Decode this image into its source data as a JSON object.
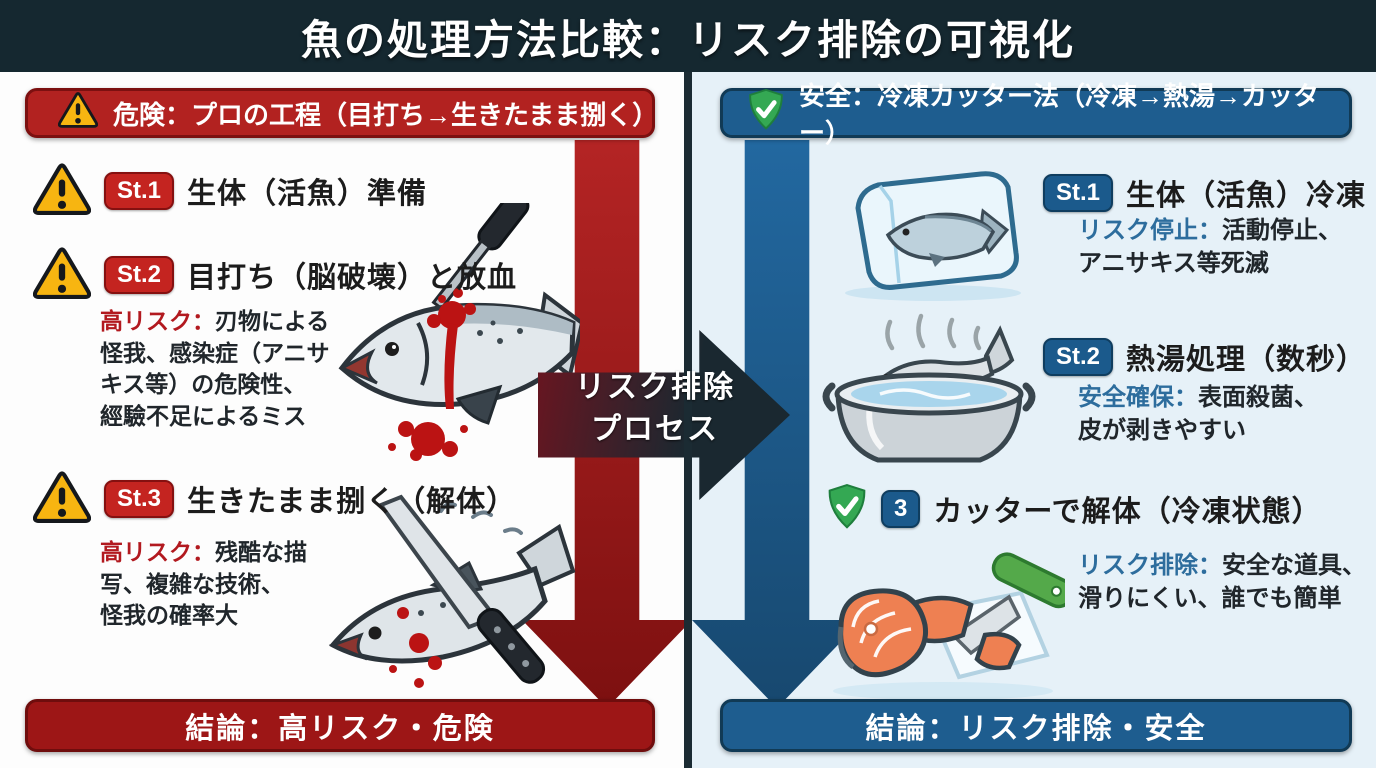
{
  "title": "魚の処理方法比較：リスク排除の可視化",
  "center_arrow": {
    "line1": "リスク排除",
    "line2": "プロセス"
  },
  "left": {
    "header": {
      "icon": "warning-triangle-icon",
      "label": "危険：プロの工程（目打ち→生きたまま捌く）"
    },
    "steps": [
      {
        "icon": "warning-triangle-icon",
        "badge": "St.1",
        "title": "生体（活魚）準備"
      },
      {
        "icon": "warning-triangle-icon",
        "badge": "St.2",
        "title": "目打ち（脳破壊）と放血",
        "note_label": "高リスク：",
        "note_text": "刃物による\n怪我、感染症（アニサ\nキス等）の危険性、\n經驗不足によるミス",
        "illustration": "fish-pierced-by-spike-illustration"
      },
      {
        "icon": "warning-triangle-icon",
        "badge": "St.3",
        "title": "生きたまま捌く（解体）",
        "note_label": "高リスク：",
        "note_text": "残酷な描\n写、複雑な技術、\n怪我の確率大",
        "illustration": "fish-cut-alive-illustration"
      }
    ],
    "conclusion": "結論：高リスク・危険"
  },
  "right": {
    "header": {
      "icon": "shield-check-icon",
      "label": "安全：冷凍カッター法（冷凍→熱湯→カッター）"
    },
    "steps": [
      {
        "badge": "St.1",
        "title": "生体（活魚）冷凍",
        "note_label": "リスク停止：",
        "note_text": "活動停止、\nアニサキス等死滅",
        "illustration": "fish-in-ice-cube-illustration"
      },
      {
        "badge": "St.2",
        "title": "熱湯処理（数秒）",
        "note_label": "安全確保：",
        "note_text": "表面殺菌、\n皮が剥きやすい",
        "illustration": "fish-in-boiling-pot-illustration"
      },
      {
        "icon": "shield-check-icon",
        "badge": "3",
        "title": "カッターで解体（冷凍状態）",
        "note_label": "リスク排除：",
        "note_text": "安全な道具、\n滑りにくい、誰でも簡単",
        "illustration": "frozen-salmon-cutter-illustration"
      }
    ],
    "conclusion": "結論：リスク排除・安全"
  },
  "colors": {
    "title_bar": "#152830",
    "danger_red": "#b22220",
    "danger_dark_red": "#9d1616",
    "safe_blue": "#1e5d8f",
    "panel_right_bg": "#e6f1f8",
    "warning_yellow": "#f7b511",
    "shield_green": "#34a853",
    "note_label_red": "#b2191f",
    "note_label_blue": "#2d6d9d"
  }
}
